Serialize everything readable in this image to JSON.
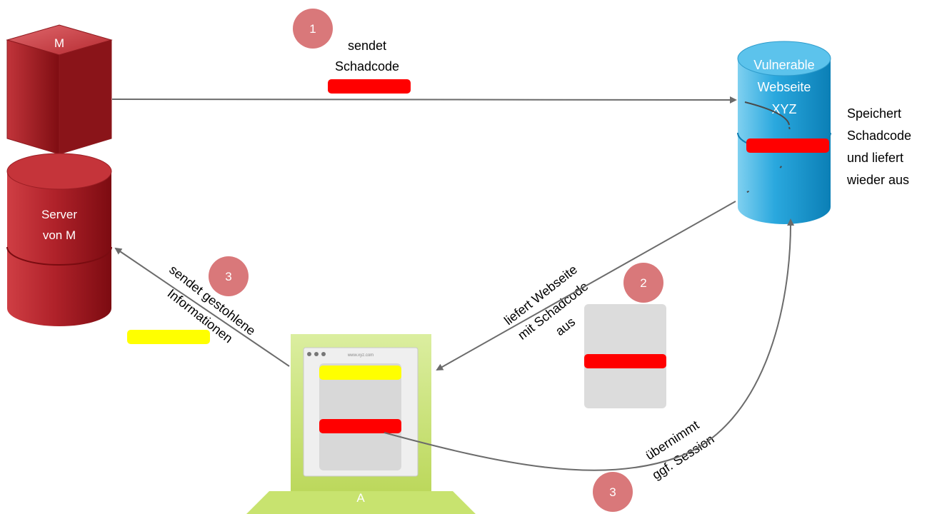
{
  "attacker": {
    "label": "M"
  },
  "attacker_server": {
    "label_line1": "Server",
    "label_line2": "von M"
  },
  "web_server": {
    "label_line1": "Vulnerable",
    "label_line2": "Webseite",
    "label_line3": "XYZ"
  },
  "store_note": {
    "line1": "Speichert",
    "line2": "Schadcode",
    "line3": "und liefert",
    "line4": "wieder aus"
  },
  "victim": {
    "label": "A",
    "browser_url": "www.xyz.com"
  },
  "steps": {
    "step1": {
      "number": "1",
      "line1": "sendet",
      "line2": "Schadcode"
    },
    "step2": {
      "number": "2",
      "line1": "liefert Webseite",
      "line2": "mit Schadcode",
      "line3": "aus"
    },
    "step3a": {
      "number": "3",
      "line1": "sendet gestohlene",
      "line2": "Informationen"
    },
    "step3b": {
      "number": "3",
      "line1": "übernimmt",
      "line2": "ggf. Session"
    }
  },
  "colors": {
    "attacker_red": "#a0161c",
    "server_blue": "#1f9fd6",
    "victim_green": "#c6e06a",
    "step_badge": "#d9787a",
    "malicious_code": "#ff0000",
    "stolen_info": "#ffff00",
    "arrow": "#6b6b6b"
  }
}
